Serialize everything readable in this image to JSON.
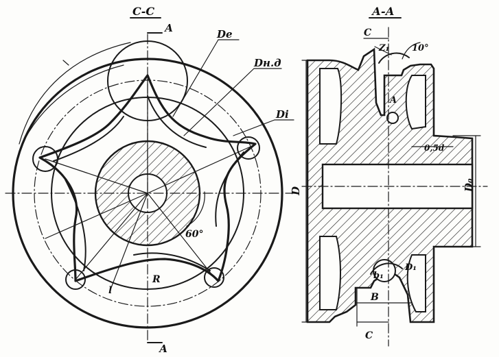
{
  "drawing": {
    "section_cc_label": "С-С",
    "section_aa_label": "А-А",
    "labels": {
      "a_top": "А",
      "a_bottom": "А",
      "d_e": "De",
      "d_nd": "Dн.д",
      "d_i": "Di",
      "angle": "60°",
      "r_center": "R",
      "l_left": "l",
      "c_top": "C",
      "z_top": "Z₁",
      "r_top": "10°",
      "a_small": "A",
      "b_small": "0,5d",
      "d_big": "D",
      "d_hub": "D₀",
      "b1": "b₁",
      "d1": "D₁",
      "b_dim": "B",
      "c_bottom": "C"
    }
  }
}
